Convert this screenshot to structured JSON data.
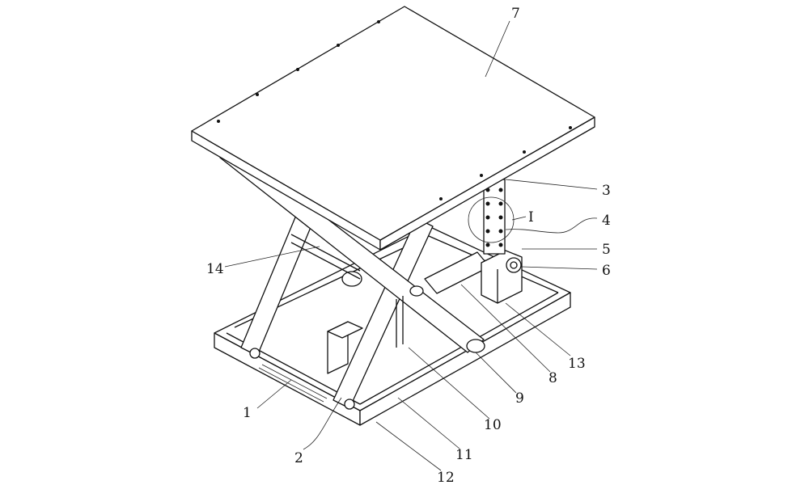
{
  "figure": {
    "labels": {
      "l1": "1",
      "l2": "2",
      "l3": "3",
      "l4": "4",
      "l5": "5",
      "l6": "6",
      "l7": "7",
      "l8": "8",
      "l9": "9",
      "l10": "10",
      "l11": "11",
      "l12": "12",
      "l13": "13",
      "l14": "14",
      "detail": "I"
    }
  }
}
